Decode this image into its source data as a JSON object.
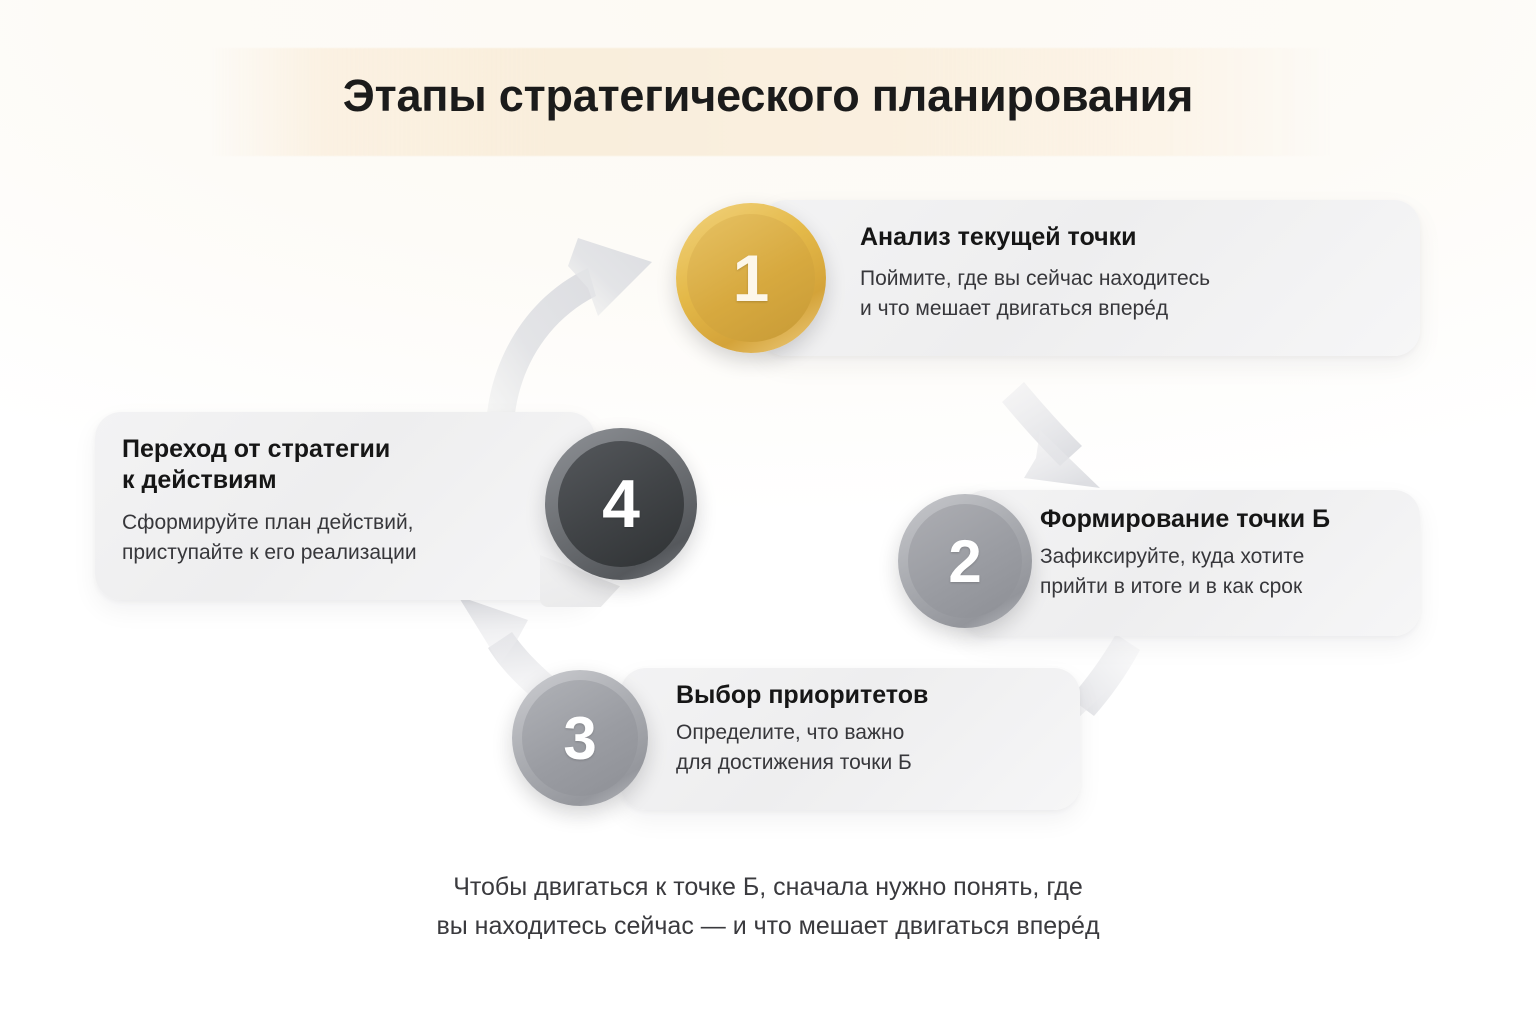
{
  "header": {
    "title": "Этапы стратегического планирования"
  },
  "colors": {
    "background": "#ffffff",
    "banner": "#faefdc",
    "title_text": "#1b1b1b",
    "card_bg": "#f0f0f1",
    "badge_gold": "#d7a93f",
    "badge_gray_2": "#9a9ca2",
    "badge_gray_3": "#9a9ca2",
    "badge_dark_4": "#414447",
    "arrow": "#e2e3e6",
    "body_text": "#37373b"
  },
  "steps": [
    {
      "number": "1",
      "title": "Анализ текущей точки",
      "description": "Поймите, где вы сейчас находитесь\nи что мешает двигаться впере́д"
    },
    {
      "number": "2",
      "title": "Формирование точки Б",
      "description": "Зафиксируйте, куда хотите\nприйти в итоге и в как срок"
    },
    {
      "number": "3",
      "title": "Выбор приоритетов",
      "description": "Определите, что важно\nдля достижения точки Б"
    },
    {
      "number": "4",
      "title": "Переход от стратегии\nк действиям",
      "description": "Сформируйте план действий,\nприступайте к его реализации"
    }
  ],
  "arrows": [
    {
      "name": "arrow-step4-to-step1",
      "direction": "curved-up-right"
    },
    {
      "name": "arrow-step1-to-step2",
      "direction": "down-right"
    },
    {
      "name": "arrow-step2-to-step3",
      "direction": "down-left"
    },
    {
      "name": "arrow-step3-to-step4",
      "direction": "up-left"
    }
  ],
  "footer": {
    "caption": "Чтобы двигаться к точке Б, сначала нужно понять, где\nвы находитесь сейчас — и что мешает двигаться впере́д"
  }
}
